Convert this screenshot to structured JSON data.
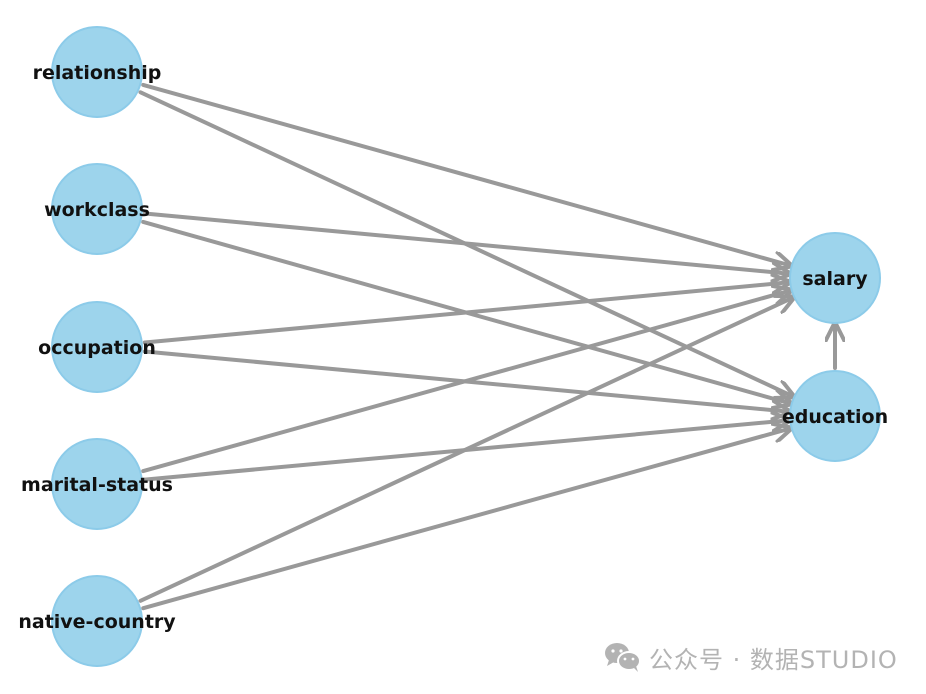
{
  "diagram": {
    "nodes": [
      {
        "id": "relationship",
        "label": "relationship"
      },
      {
        "id": "workclass",
        "label": "workclass"
      },
      {
        "id": "occupation",
        "label": "occupation"
      },
      {
        "id": "marital-status",
        "label": "marital-status"
      },
      {
        "id": "native-country",
        "label": "native-country"
      },
      {
        "id": "salary",
        "label": "salary"
      },
      {
        "id": "education",
        "label": "education"
      }
    ],
    "edges": [
      {
        "from": "relationship",
        "to": "salary"
      },
      {
        "from": "relationship",
        "to": "education"
      },
      {
        "from": "workclass",
        "to": "salary"
      },
      {
        "from": "workclass",
        "to": "education"
      },
      {
        "from": "occupation",
        "to": "salary"
      },
      {
        "from": "occupation",
        "to": "education"
      },
      {
        "from": "marital-status",
        "to": "salary"
      },
      {
        "from": "marital-status",
        "to": "education"
      },
      {
        "from": "native-country",
        "to": "salary"
      },
      {
        "from": "native-country",
        "to": "education"
      },
      {
        "from": "education",
        "to": "salary"
      }
    ],
    "colors": {
      "node_fill": "#9dd4ec",
      "edge": "#999999",
      "label": "#111111"
    }
  },
  "watermark": {
    "icon": "wechat-icon",
    "text": "公众号 · 数据STUDIO"
  }
}
